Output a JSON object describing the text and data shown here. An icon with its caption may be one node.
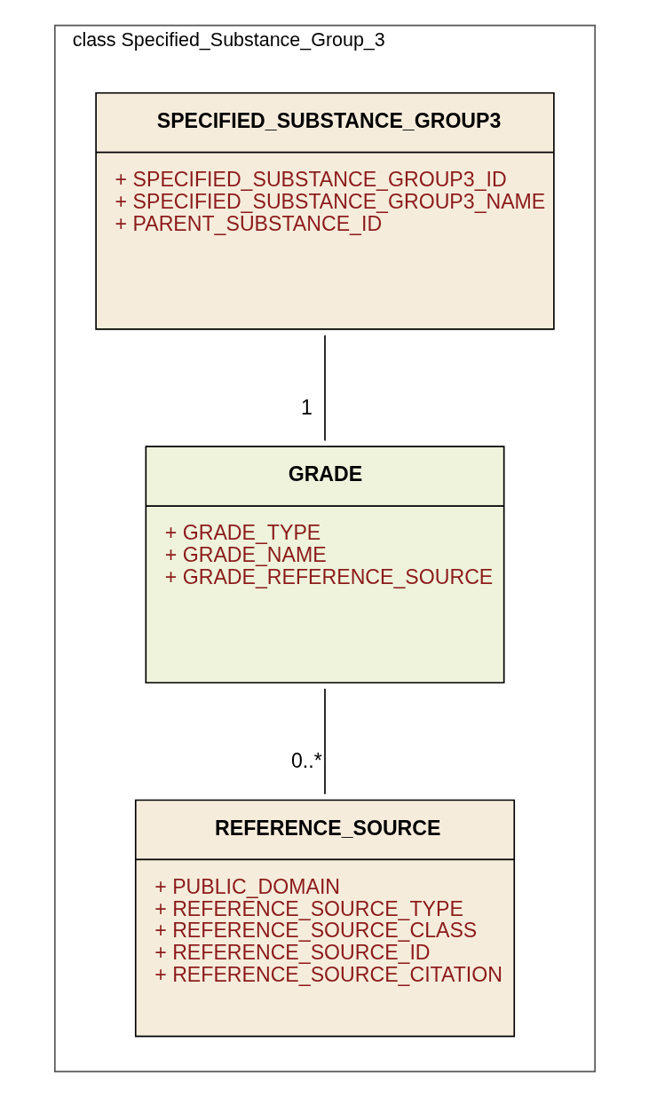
{
  "diagram": {
    "nodes": [
      {
        "text": [
          "class Specified_Substance_Group_3"
        ]
      },
      {
        "text": [
          "SPECIFIED_SUBSTANCE_GROUP3",
          "+ SPECIFIED_SUBSTANCE_GROUP3_ID",
          "+ SPECIFIED_SUBSTANCE_GROUP3_NAME",
          "+ PARENT_SUBSTANCE_ID"
        ],
        "in": 0
      },
      {
        "text": [
          "GRADE",
          "+ GRADE_TYPE",
          "+ GRADE_NAME",
          "+ GRADE_REFERENCE_SOURCE"
        ],
        "in": 0
      },
      {
        "text": [
          "REFERENCE_SOURCE",
          "+ PUBLIC_DOMAIN",
          "+ REFERENCE_SOURCE_TYPE",
          "+ REFERENCE_SOURCE_CLASS",
          "+ REFERENCE_SOURCE_ID",
          "+ REFERENCE_SOURCE_CITATION"
        ],
        "in": 0
      }
    ],
    "edges": [
      {
        "from": 1,
        "to": 2,
        "arrow": "none",
        "label": "1"
      },
      {
        "from": 2,
        "to": 3,
        "arrow": "none",
        "label": "0..*"
      }
    ]
  }
}
